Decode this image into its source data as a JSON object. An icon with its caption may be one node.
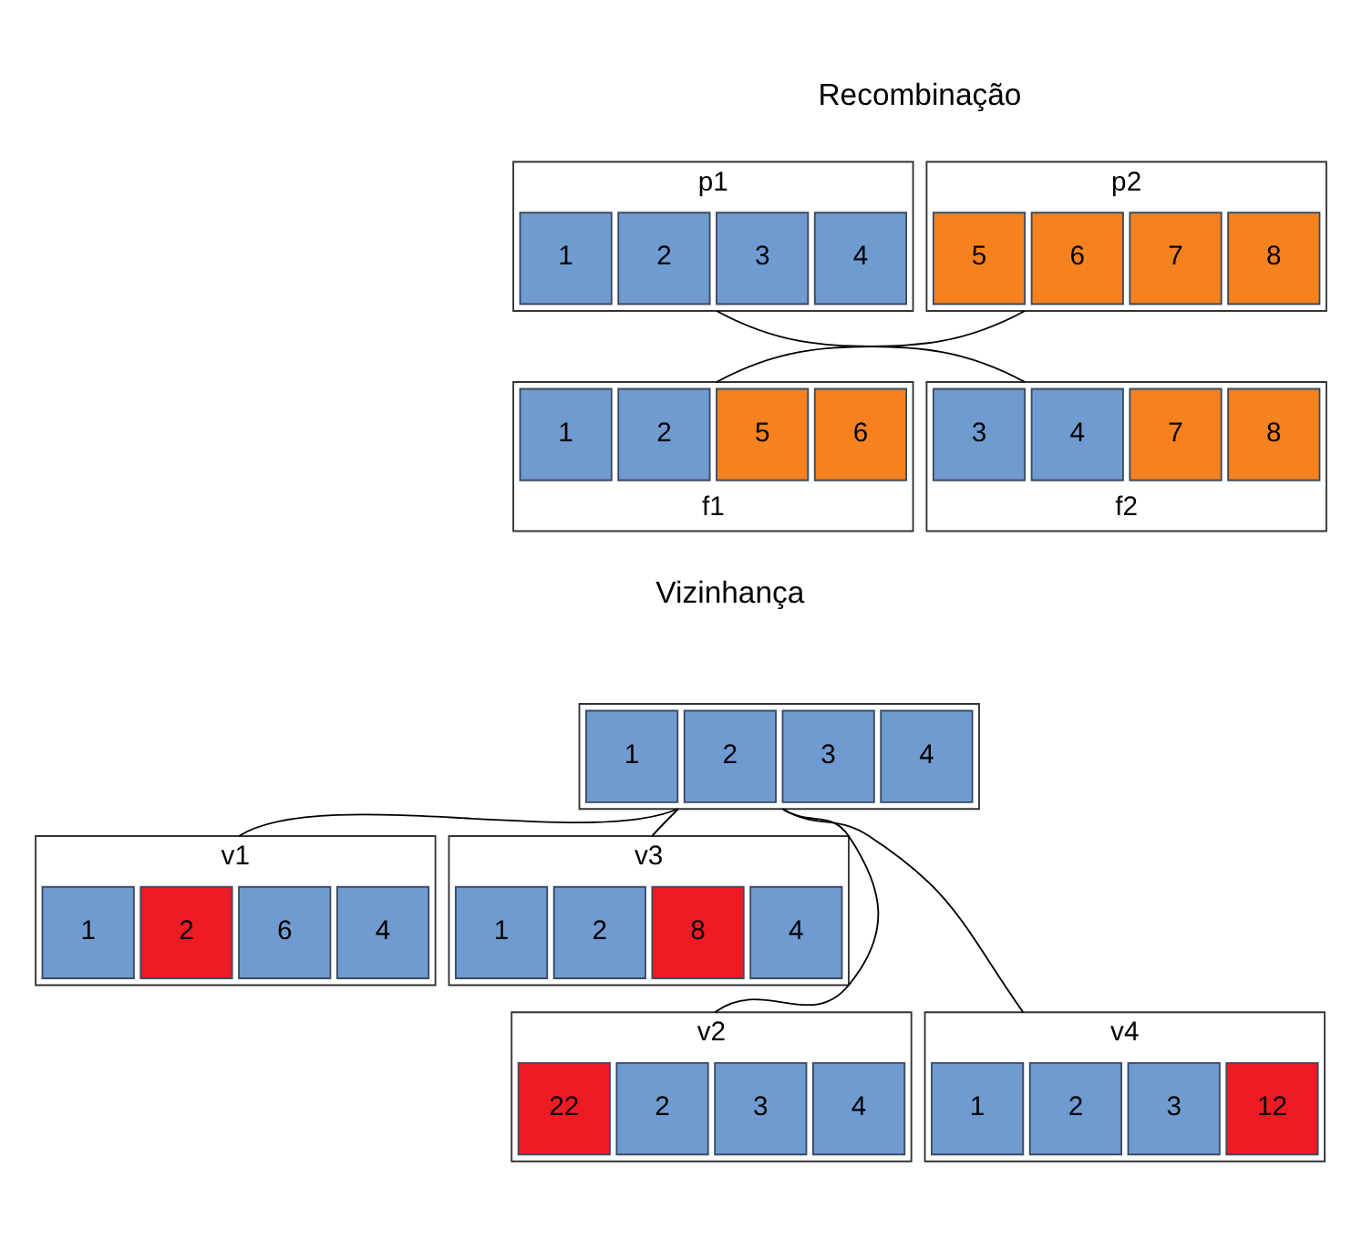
{
  "diagram": {
    "nodes": [
      {
        "text": [
          "p1"
        ]
      },
      {
        "text": [
          "1"
        ],
        "in": 0
      },
      {
        "text": [
          "2"
        ],
        "in": 0
      },
      {
        "text": [
          "3"
        ],
        "in": 0
      },
      {
        "text": [
          "4"
        ],
        "in": 0
      },
      {
        "text": [
          "p2"
        ]
      },
      {
        "text": [
          "5"
        ],
        "in": 5
      },
      {
        "text": [
          "6"
        ],
        "in": 5
      },
      {
        "text": [
          "7"
        ],
        "in": 5
      },
      {
        "text": [
          "8"
        ],
        "in": 5
      },
      {
        "text": [
          "f1"
        ]
      },
      {
        "text": [
          "1"
        ],
        "in": 10
      },
      {
        "text": [
          "2"
        ],
        "in": 10
      },
      {
        "text": [
          "5"
        ],
        "in": 10
      },
      {
        "text": [
          "6"
        ],
        "in": 10
      },
      {
        "text": [
          "f2"
        ]
      },
      {
        "text": [
          "3"
        ],
        "in": 15
      },
      {
        "text": [
          "4"
        ],
        "in": 15
      },
      {
        "text": [
          "7"
        ],
        "in": 15
      },
      {
        "text": [
          "8"
        ],
        "in": 15
      },
      {
        "text": [],
        "shape": "box"
      },
      {
        "text": [
          "1"
        ],
        "in": 20
      },
      {
        "text": [
          "2"
        ],
        "in": 20
      },
      {
        "text": [
          "3"
        ],
        "in": 20
      },
      {
        "text": [
          "4"
        ],
        "in": 20
      },
      {
        "text": [
          "v1"
        ]
      },
      {
        "text": [
          "1"
        ],
        "in": 25
      },
      {
        "text": [
          "2"
        ],
        "in": 25
      },
      {
        "text": [
          "6"
        ],
        "in": 25
      },
      {
        "text": [
          "4"
        ],
        "in": 25
      },
      {
        "text": [
          "v3"
        ]
      },
      {
        "text": [
          "1"
        ],
        "in": 30
      },
      {
        "text": [
          "2"
        ],
        "in": 30
      },
      {
        "text": [
          "8"
        ],
        "in": 30
      },
      {
        "text": [
          "4"
        ],
        "in": 30
      },
      {
        "text": [
          "v2"
        ]
      },
      {
        "text": [
          "22"
        ],
        "in": 35
      },
      {
        "text": [
          "2"
        ],
        "in": 35
      },
      {
        "text": [
          "3"
        ],
        "in": 35
      },
      {
        "text": [
          "4"
        ],
        "in": 35
      },
      {
        "text": [
          "v4"
        ]
      },
      {
        "text": [
          "1"
        ],
        "in": 40
      },
      {
        "text": [
          "2"
        ],
        "in": 40
      },
      {
        "text": [
          "3"
        ],
        "in": 40
      },
      {
        "text": [
          "12"
        ],
        "in": 40
      }
    ],
    "edges": [
      {
        "from": 0,
        "to": 15,
        "arrow": "none"
      },
      {
        "from": 5,
        "to": 10,
        "arrow": "none"
      },
      {
        "from": 20,
        "to": 25,
        "arrow": "none"
      },
      {
        "from": 20,
        "to": 35,
        "arrow": "none"
      },
      {
        "from": 20,
        "to": 40,
        "arrow": "none"
      },
      {
        "from": 20,
        "to": 30,
        "arrow": "none"
      }
    ],
    "labels": [
      "Recombinação",
      "Vizinhança"
    ]
  }
}
